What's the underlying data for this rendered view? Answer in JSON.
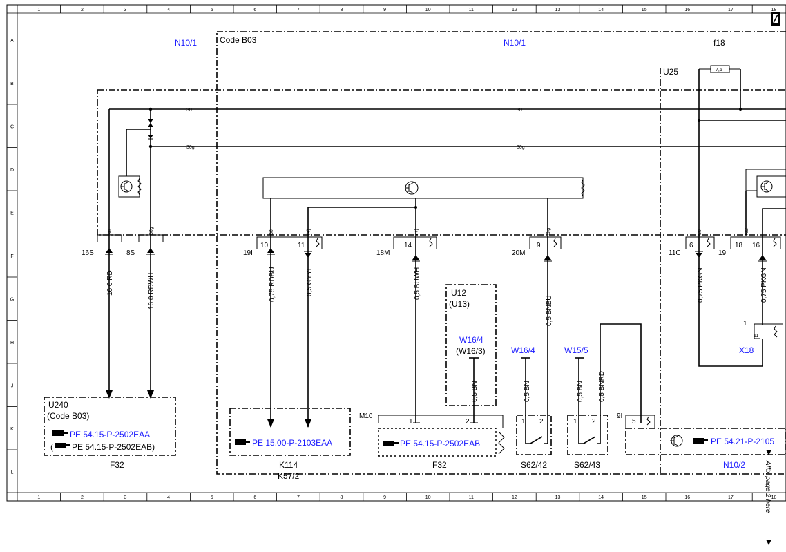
{
  "grid": {
    "columns": [
      "1",
      "2",
      "3",
      "4",
      "5",
      "6",
      "7",
      "8",
      "9",
      "10",
      "11",
      "12",
      "13",
      "14",
      "15",
      "16",
      "17",
      "18"
    ],
    "rows": [
      "A",
      "B",
      "C",
      "D",
      "E",
      "F",
      "G",
      "H",
      "J",
      "K",
      "L"
    ]
  },
  "labels": {
    "n10_1_left": "N10/1",
    "code_b03": "Code B03",
    "n10_1_mid": "N10/1",
    "f18": "f18",
    "u25": "U25",
    "fuse_value": "7,5",
    "bus_30_a": "30",
    "bus_30_b": "30",
    "bus_30g_a": "30g",
    "bus_30g_b": "30g",
    "pin_30_a": "30",
    "pin_30g": "30g",
    "pin_30_b": "30",
    "pin_plus_a": "(+)",
    "pin_plus_b": "(+)",
    "pin_sig": "Sig",
    "pin_30_c": "30",
    "pin_nc": "NC",
    "conn_16s": "16S",
    "conn_8s": "8S",
    "conn_19i_a": "19I",
    "conn_18m": "18M",
    "conn_20m": "20M",
    "conn_11c": "11C",
    "conn_19i_b": "19I",
    "pin_10": "10",
    "pin_11": "11",
    "pin_14": "14",
    "pin_9": "9",
    "pin_6": "6",
    "pin_18": "18",
    "pin_16": "16",
    "wire_16rd": "16,0 RD",
    "wire_16rdwh": "16,0 RDWH",
    "wire_075rdbu": "0,75 RDBU",
    "wire_05gyye": "0,5 GYYE",
    "wire_05buwh": "0,5 BUWH",
    "wire_05bnbu": "0,5 BNBU",
    "wire_075pkgn_a": "0,75 PKGN",
    "wire_075pkgn_b": "0,75 PKGN",
    "wire_05bn_a": "0,5 BN",
    "wire_05bn_b": "0,5 BN",
    "wire_05bn_c": "0,5 BN",
    "wire_05bnrd": "0,5 BNRD",
    "u12": "U12",
    "u13": "(U13)",
    "w16_4_a": "W16/4",
    "w16_3": "(W16/3)",
    "w16_4_b": "W16/4",
    "w15_5": "W15/5",
    "x18": "X18",
    "x18_pin1": "1",
    "x18_pin11": "11",
    "u240": "U240",
    "u240_code": "(Code B03)",
    "ref_u240_a": "PE 54.15-P-2502EAA",
    "ref_u240_b_open": "(",
    "ref_u240_b": "PE 54.15-P-2502EAB)",
    "f32_left": "F32",
    "ref_k114": "PE 15.00-P-2103EAA",
    "k114": "K114",
    "k57_2": "K57/2",
    "m10": "M10",
    "ref_f32": "PE 54.15-P-2502EAB",
    "f32_mid": "F32",
    "m10_pin1": "1",
    "m10_pin2": "2",
    "s62_42": "S62/42",
    "s62_42_pin1": "1",
    "s62_42_pin2": "2",
    "s62_43": "S62/43",
    "s62_43_pin1": "1",
    "s62_43_pin2": "2",
    "conn_9i": "9I",
    "pin_5": "5",
    "ref_n10_2": "PE 54.21-P-2105",
    "n10_2": "N10/2",
    "affix": "Affix page 2 here"
  },
  "colors": {
    "reference_blue": "#1a1aff",
    "line": "#000000"
  },
  "icons": [
    "grid-corner-icon",
    "pointing-hand-icon",
    "transistor-icon",
    "motor-icon",
    "arrow-icon"
  ]
}
